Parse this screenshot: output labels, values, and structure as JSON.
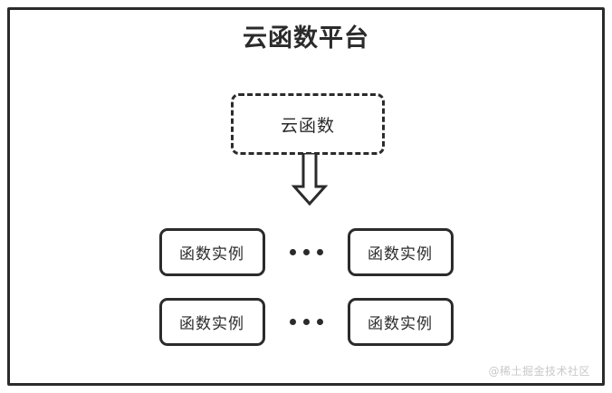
{
  "diagram": {
    "title": "云函数平台",
    "outer_container_name": "cloud-function-platform",
    "cloud_function": {
      "label": "云函数",
      "border_style": "dashed"
    },
    "arrow": {
      "direction": "down",
      "style": "hollow-block-arrow"
    },
    "instance_rows": [
      {
        "left_label": "函数实例",
        "ellipsis": "•••",
        "right_label": "函数实例"
      },
      {
        "left_label": "函数实例",
        "ellipsis": "•••",
        "right_label": "函数实例"
      }
    ],
    "watermark": "@稀土掘金技术社区",
    "colors": {
      "background": "#ffffff",
      "stroke": "#2b2b2b",
      "text": "#2b2b2b",
      "watermark": "#c9c9c9"
    }
  }
}
